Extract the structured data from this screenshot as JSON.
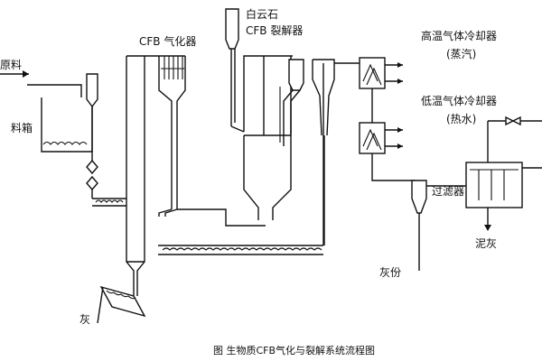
{
  "labels": {
    "feed": "原料",
    "feed_bin": "料箱",
    "gasifier": "CFB 气化器",
    "dolomite": "白云石",
    "cracker": "CFB 裂解器",
    "hi_cooler": "高温气体冷却器",
    "hi_cooler_medium": "(蒸汽)",
    "lo_cooler": "低温气体冷却器",
    "lo_cooler_medium": "(热水)",
    "filter": "过滤器",
    "sludge": "泥灰",
    "ash_gasifier": "灰",
    "ash_filter": "灰份",
    "caption": "图 生物质CFB气化与裂解系统流程图"
  }
}
